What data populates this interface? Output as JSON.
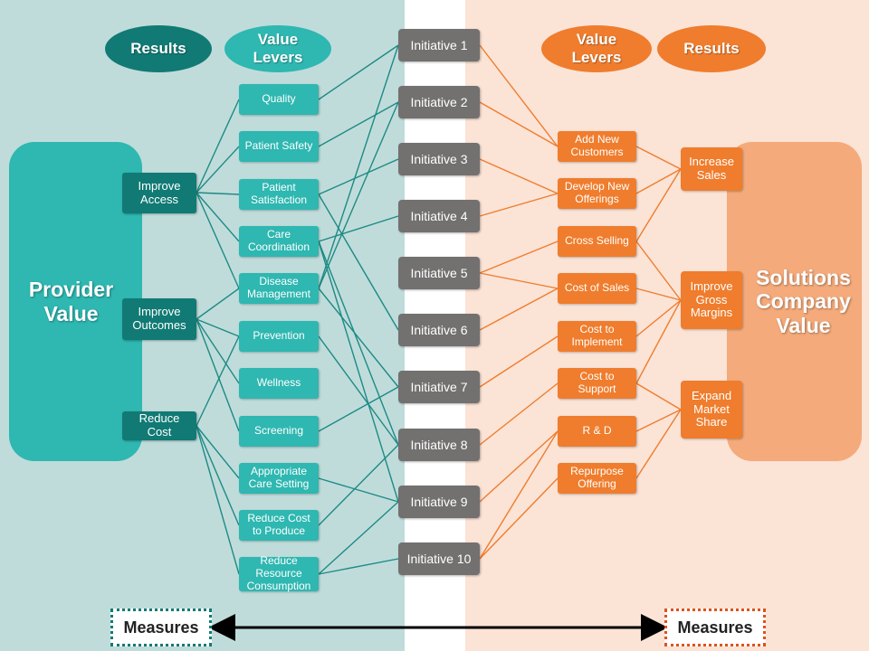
{
  "left_header": {
    "results": "Results",
    "value_levers": "Value\nLevers"
  },
  "right_header": {
    "value_levers": "Value\nLevers",
    "results": "Results"
  },
  "provider_value": "Provider\nValue",
  "solutions_value": "Solutions\nCompany\nValue",
  "left_results": [
    "Improve\nAccess",
    "Improve\nOutcomes",
    "Reduce\nCost"
  ],
  "left_levers": [
    "Quality",
    "Patient Safety",
    "Patient\nSatisfaction",
    "Care\nCoordination",
    "Disease\nManagement",
    "Prevention",
    "Wellness",
    "Screening",
    "Appropriate\nCare Setting",
    "Reduce Cost\nto Produce",
    "Reduce\nResource\nConsumption"
  ],
  "initiatives": [
    "Initiative 1",
    "Initiative  2",
    "Initiative  3",
    "Initiative 4",
    "Initiative 5",
    "Initiative  6",
    "Initiative 7",
    "Initiative  8",
    "Initiative 9",
    "Initiative 10"
  ],
  "right_levers": [
    "Add New\nCustomers",
    "Develop New\nOfferings",
    "Cross Selling",
    "Cost of Sales",
    "Cost to\nImplement",
    "Cost to\nSupport",
    "R & D",
    "Repurpose\nOffering"
  ],
  "right_results": [
    "Increase\nSales",
    "Improve\nGross\nMargins",
    "Expand\nMarket\nShare"
  ],
  "measures": {
    "left": "Measures",
    "right": "Measures"
  },
  "colors": {
    "teal_line": "#1e8a84",
    "orange_line": "#ef7d2d",
    "arrow": "#000000"
  }
}
